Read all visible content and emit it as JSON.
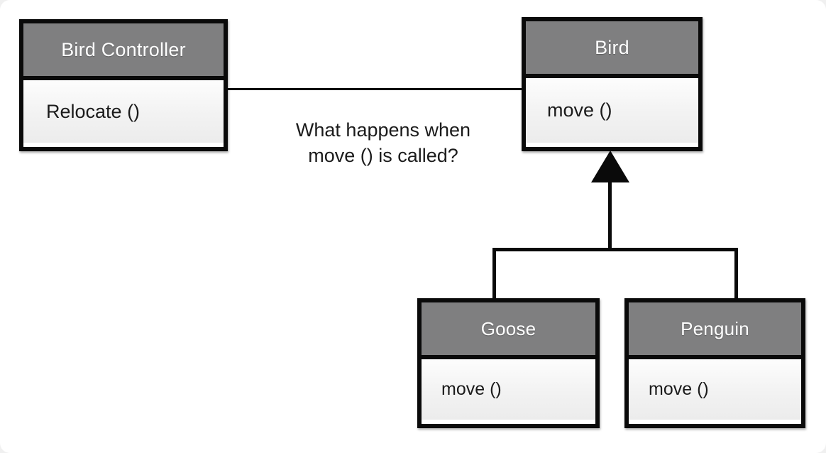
{
  "diagram": {
    "type": "uml-class-diagram",
    "title": "What happens when move () is called?",
    "background_color": "#ffffff",
    "page_background_color": "#f0f0f0",
    "header_fill_color": "#7f7f80",
    "body_fill_color": "#f2f2f2",
    "border_color": "#0a0a0a",
    "header_text_color": "#ffffff",
    "body_text_color": "#1b1b1b"
  },
  "classes": [
    {
      "id": "bird-controller",
      "name": "Bird Controller",
      "members": [
        "Relocate ()"
      ]
    },
    {
      "id": "bird",
      "name": "Bird",
      "members": [
        "move ()"
      ]
    },
    {
      "id": "goose",
      "name": "Goose",
      "members": [
        "move ()"
      ]
    },
    {
      "id": "penguin",
      "name": "Penguin",
      "members": [
        "move ()"
      ]
    }
  ],
  "annotation": {
    "line1": "What happens when",
    "line2": "move () is called?"
  },
  "relationships": [
    {
      "id": "assoc-controller-bird",
      "kind": "association",
      "from": "Bird Controller",
      "to": "Bird",
      "style": "solid-line",
      "arrowhead": "none"
    },
    {
      "id": "gen-goose-bird",
      "kind": "generalization",
      "from": "Goose",
      "to": "Bird",
      "style": "solid-line",
      "arrowhead": "filled-triangle"
    },
    {
      "id": "gen-penguin-bird",
      "kind": "generalization",
      "from": "Penguin",
      "to": "Bird",
      "style": "solid-line",
      "arrowhead": "filled-triangle"
    }
  ]
}
